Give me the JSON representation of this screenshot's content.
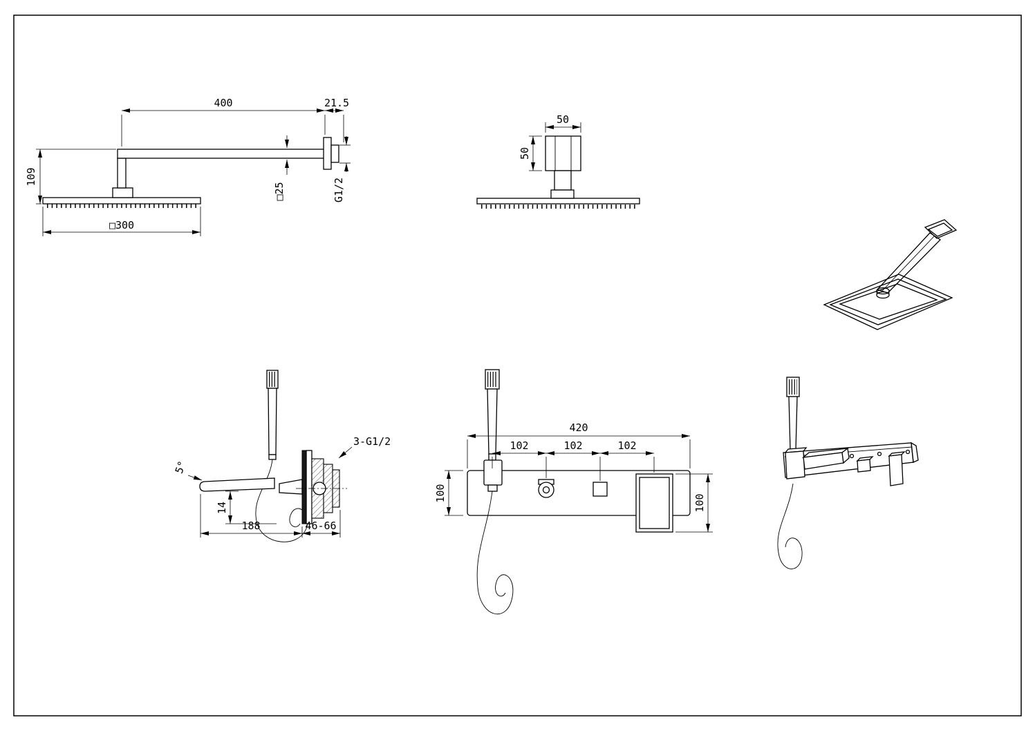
{
  "drawing": {
    "front_shower": {
      "dim_400": "400",
      "dim_21_5": "21.5",
      "dim_109": "109",
      "dim_sq25": "□25",
      "dim_g12": "G1/2",
      "dim_sq300": "□300"
    },
    "side_shower": {
      "dim_50_width": "50",
      "dim_50_height": "50"
    },
    "side_mixer": {
      "dim_5deg": "5°",
      "dim_14": "14",
      "dim_188": "188",
      "dim_46_66": "46-66",
      "dim_3g12": "3-G1/2"
    },
    "front_mixer": {
      "dim_420": "420",
      "dim_102_1": "102",
      "dim_102_2": "102",
      "dim_102_3": "102",
      "dim_100_left": "100",
      "dim_100_right": "100"
    }
  }
}
